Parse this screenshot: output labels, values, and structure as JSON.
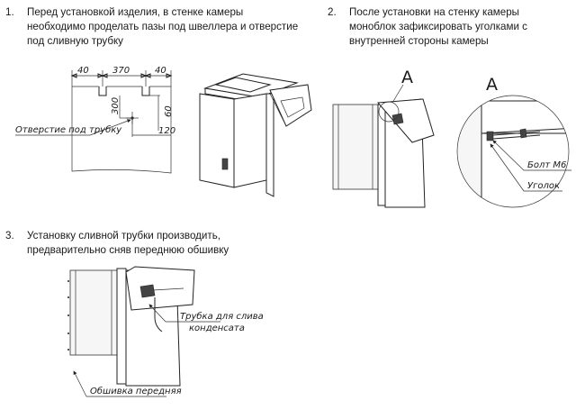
{
  "steps": [
    {
      "number": "1.",
      "lines": [
        "Перед установкой изделия, в стенке камеры",
        "необходимо проделать пазы под швеллера и отверстие",
        "под сливную трубку"
      ]
    },
    {
      "number": "2.",
      "lines": [
        "После установки на стенку камеры",
        "моноблок зафиксировать уголками с",
        "внутренней стороны камеры"
      ]
    },
    {
      "number": "3.",
      "lines": [
        "Установку сливной трубки производить,",
        "предварительно сняв переднюю обшивку"
      ]
    }
  ],
  "drawing1": {
    "dims": [
      "40",
      "370",
      "40",
      "300",
      "60",
      "120"
    ],
    "hole_label": "Отверстие под трубку"
  },
  "drawing2": {
    "detail_label": "A",
    "detail_label_zoom": "A",
    "bolt_label": "Болт М6",
    "angle_label": "Уголок"
  },
  "drawing3": {
    "pipe_label_line1": "Трубка для слива",
    "pipe_label_line2": "конденсата",
    "cover_label": "Обшивка передняя"
  }
}
